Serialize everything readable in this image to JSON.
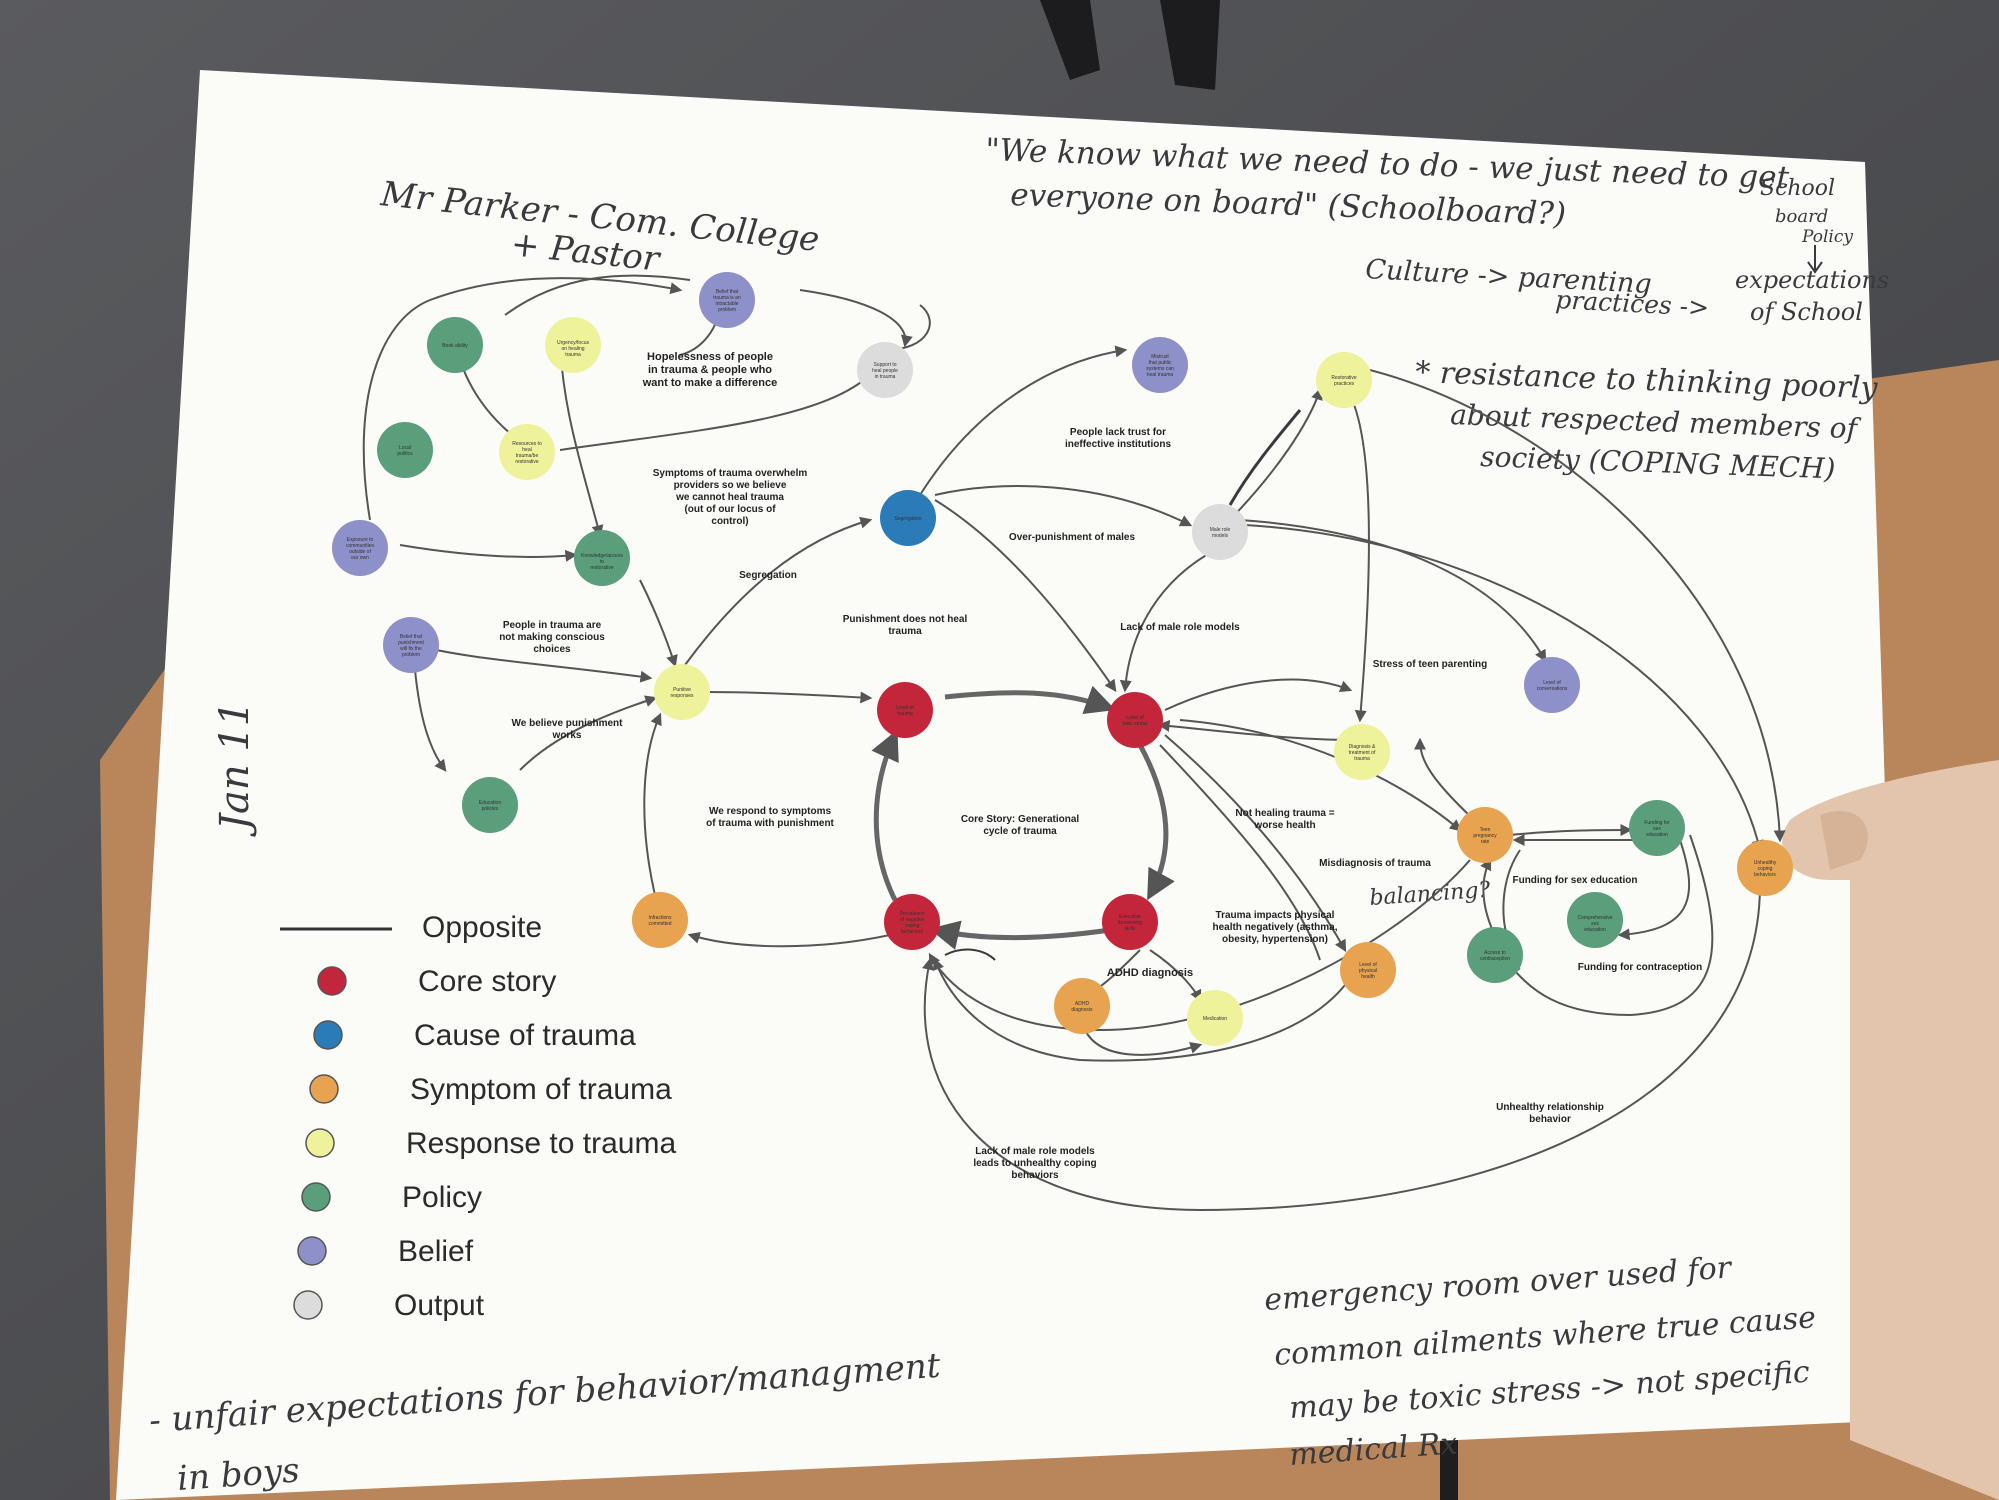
{
  "colors": {
    "core_story": "#c3263a",
    "cause_of_trauma": "#2b7bb8",
    "symptom_of_trauma": "#e7a34f",
    "response_to_trauma": "#eef29a",
    "policy": "#5a9e7b",
    "belief": "#8e90c9",
    "output": "#dcdcdc",
    "paper": "#fbfbf8",
    "table": "#b8865a",
    "ink": "#3a3a3e"
  },
  "handwriting": {
    "left_top_1": "Mr Parker - Com. College",
    "left_top_2": "+ Pastor",
    "quote_1": "\"We know what we need to do - we just need to get",
    "quote_2": "everyone on board\" (Schoolboard?)",
    "school_1": "School",
    "school_2": "board",
    "school_3": "Policy",
    "chain_1": "Culture -> parenting",
    "chain_2": "practices  ->",
    "chain_3": "expectations",
    "chain_4": "of School",
    "resistance_1": "* resistance to thinking poorly",
    "resistance_2": "about respected members of",
    "resistance_3": "society (COPING MECH)",
    "date": "Jan 11",
    "balancing": "balancing?",
    "bottom_left_1": "- unfair expectations for behavior/managment",
    "bottom_left_2": "in boys",
    "bottom_right_1": "emergency room over used for",
    "bottom_right_2": "common ailments where true cause",
    "bottom_right_3": "may be toxic stress -> not specific",
    "bottom_right_4": "medical Rx"
  },
  "diagram": {
    "center_label_1": "Core Story: Generational",
    "center_label_2": "cycle of trauma",
    "edge_labels": [
      "Hopelessness of people",
      "in trauma & people who",
      "want to make a difference",
      "Symptoms of trauma overwhelm",
      "providers so we believe",
      "we cannot heal trauma",
      "(out of our locus of",
      "control)",
      "People lack trust for",
      "ineffective institutions",
      "Over-punishment of males",
      "Segregation",
      "Punishment does not heal",
      "trauma",
      "People in trauma are",
      "not making conscious",
      "choices",
      "Lack of male role models",
      "We believe punishment",
      "works",
      "Stress of teen parenting",
      "We respond to symptoms",
      "of trauma with punishment",
      "Not healing trauma =",
      "worse health",
      "Misdiagnosis of trauma",
      "Funding for sex education",
      "Trauma impacts physical",
      "health negatively (asthma,",
      "obesity, hypertension)",
      "ADHD diagnosis",
      "Funding for contraception",
      "Unhealthy relationship",
      "behavior",
      "Lack of male role models",
      "leads to unhealthy coping",
      "behaviors"
    ],
    "node_labels": [
      "Book ability",
      "Urgency/focus on healing trauma",
      "Belief that trauma is an intractable problem",
      "Support to heal people in trauma",
      "Local politics",
      "Resources to heal trauma/be restorative",
      "Exposure to communities outside of our own",
      "Knowledge/access to restorative action",
      "Belief that punishment will fix the problem",
      "Punitive responses",
      "Education policies",
      "Level of trauma",
      "Segregation",
      "Level of toxic stress",
      "Male role models",
      "Mistrust that public systems can heal trauma",
      "Restorative practices",
      "Diagnosis & treatment of trauma",
      "Level of conversations",
      "Teen pregnancy rate",
      "Funding for sex education",
      "Comprehensive sex education",
      "Access to contraception",
      "Unhealthy coping behaviors",
      "Prevalence of negative coping behaviors",
      "Executive functioning skills",
      "Infractions committed",
      "ADHD diagnosis",
      "Medication",
      "Level of physical health"
    ]
  },
  "legend": [
    {
      "label": "Opposite",
      "kind": "line"
    },
    {
      "label": "Core story",
      "kind": "core_story"
    },
    {
      "label": "Cause of trauma",
      "kind": "cause_of_trauma"
    },
    {
      "label": "Symptom of trauma",
      "kind": "symptom_of_trauma"
    },
    {
      "label": "Response to trauma",
      "kind": "response_to_trauma"
    },
    {
      "label": "Policy",
      "kind": "policy"
    },
    {
      "label": "Belief",
      "kind": "belief"
    },
    {
      "label": "Output",
      "kind": "output"
    }
  ]
}
